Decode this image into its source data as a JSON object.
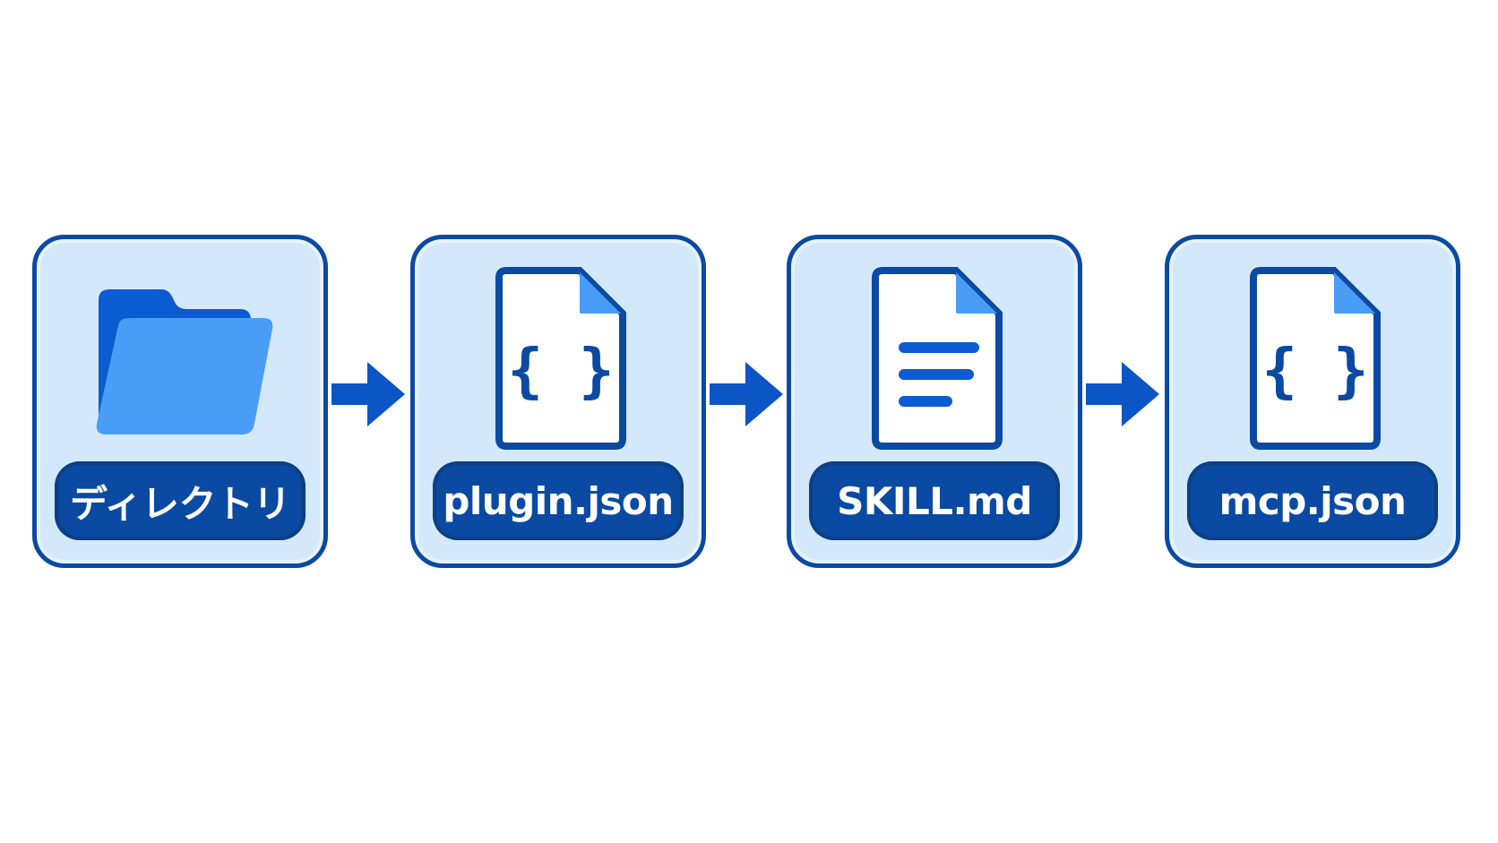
{
  "steps": [
    {
      "label": "ディレクトリ",
      "icon": "folder-icon"
    },
    {
      "label": "plugin.json",
      "icon": "json-file-icon"
    },
    {
      "label": "SKILL.md",
      "icon": "text-document-icon"
    },
    {
      "label": "mcp.json",
      "icon": "json-file-icon"
    }
  ],
  "colors": {
    "border": "#0a4aa3",
    "card_fill": "#d4e8fb",
    "label_fill": "#0a4aa3",
    "label_text": "#ffffff",
    "arrow": "#0b55c4",
    "folder_back": "#0b5bd3",
    "folder_front": "#4a9df6",
    "file_corner": "#4a9df6"
  }
}
